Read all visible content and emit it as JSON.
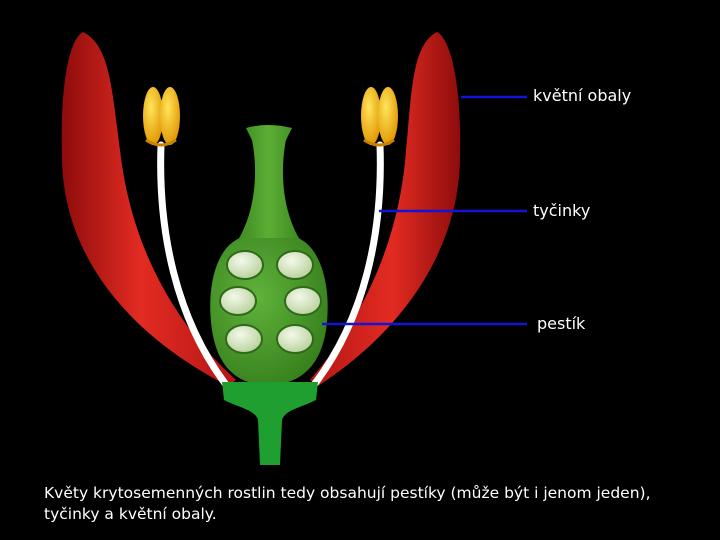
{
  "labels": {
    "perianth": "květní obaly",
    "stamens": "tyčinky",
    "pistil": "pestík"
  },
  "caption": "Květy krytosemenných rostlin tedy obsahují pestíky (může být i jenom jeden), tyčinky a květní obaly.",
  "colors": {
    "background": "#000000",
    "petal": "#d42020",
    "pistil": "#4a9a2a",
    "receptacle": "#1e9e2e",
    "anther": "#f2b21a",
    "filament": "#ffffff",
    "ovule": "#d6e6c0",
    "pointer_line": "#1010d0"
  }
}
